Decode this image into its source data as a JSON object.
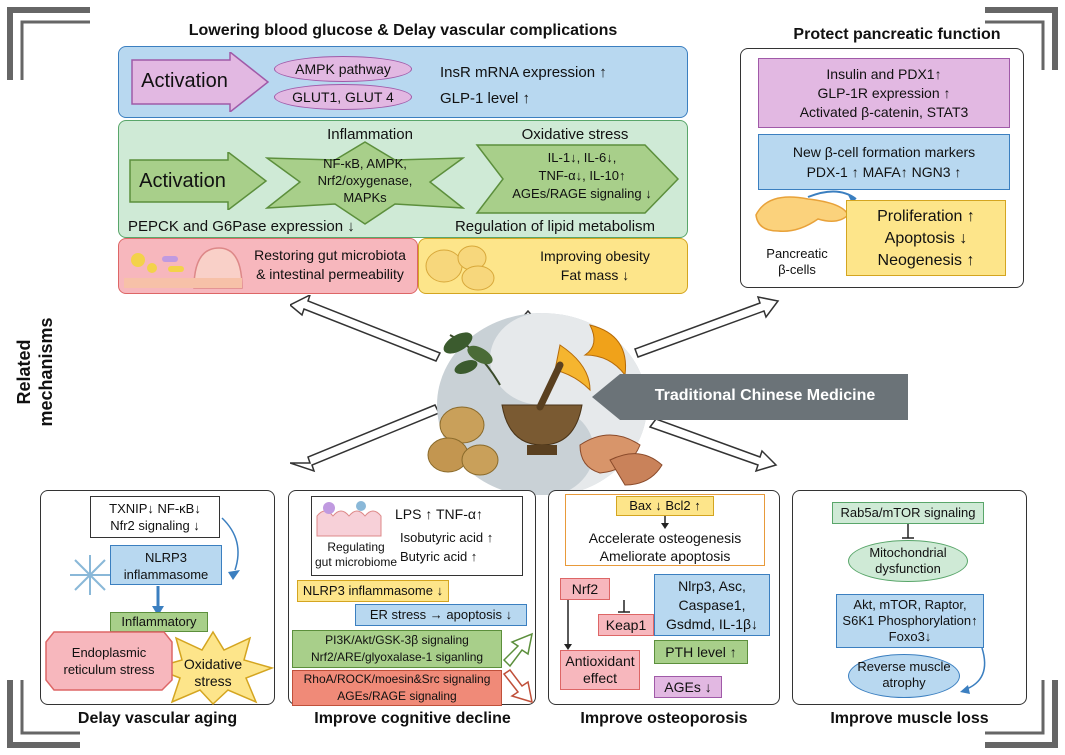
{
  "top": {
    "title": "Lowering blood glucose & Delay vascular complications",
    "row1": {
      "activation": "Activation",
      "ampk": "AMPK pathway",
      "glut": "GLUT1, GLUT 4",
      "insr": "InsR mRNA expression  ↑",
      "glp1": "GLP-1 level  ↑"
    },
    "row2": {
      "activation": "Activation",
      "inflammation": "Inflammation",
      "star_lines": [
        "NF-κB, AMPK,",
        "Nrf2/oxygenase,",
        "MAPKs"
      ],
      "oxidative": "Oxidative stress",
      "chevron_lines": [
        "IL-1↓, IL-6↓,",
        "TNF-α↓, IL-10↑",
        "AGEs/RAGE signaling ↓"
      ],
      "pepck": "PEPCK and G6Pase expression ↓",
      "lipid": "Regulation of lipid metabolism"
    },
    "gut": [
      "Restoring gut microbiota",
      "& intestinal permeability"
    ],
    "obesity": [
      "Improving obesity",
      "Fat mass ↓"
    ]
  },
  "pancreas": {
    "title": "Protect pancreatic function",
    "purple": [
      "Insulin and PDX1↑",
      "GLP-1R expression ↑",
      "Activated β-catenin, STAT3"
    ],
    "blue": [
      "New β-cell formation markers",
      "PDX-1 ↑  MAFA↑   NGN3 ↑"
    ],
    "cell_label": [
      "Pancreatic",
      "β-cells"
    ],
    "yellow": [
      "Proliferation ↑",
      "Apoptosis ↓",
      "Neogenesis ↑"
    ]
  },
  "center": {
    "side_label": [
      "Related",
      "mechanisms"
    ],
    "tcm": "Traditional Chinese Medicine"
  },
  "vascular": {
    "title": "Delay vascular aging",
    "top_box": [
      "TXNIP↓ NF-κB↓",
      "Nfr2 signaling ↓"
    ],
    "nlrp3": [
      "NLRP3",
      "inflammasome"
    ],
    "inflammatory": "Inflammatory",
    "er": [
      "Endoplasmic",
      "reticulum stress"
    ],
    "oxidative": [
      "Oxidative",
      "stress"
    ]
  },
  "cognitive": {
    "title": "Improve cognitive decline",
    "gut_label": [
      "Regulating",
      "gut microbiome"
    ],
    "lps": "LPS ↑ TNF-α↑",
    "isobutyric": "Isobutyric acid ↑",
    "butyric": "Butyric acid ↑",
    "nlrp3": "NLRP3 inflammasome ↓",
    "er": "ER stress → apoptosis ↓",
    "green": [
      "PI3K/Akt/GSK-3β signaling",
      "Nrf2/ARE/glyoxalase-1 siganling"
    ],
    "red": [
      "RhoA/ROCK/moesin&Src signaling",
      "AGEs/RAGE signaling"
    ]
  },
  "osteo": {
    "title": "Improve osteoporosis",
    "bax": "Bax ↓ Bcl2 ↑",
    "accelerate": "Accelerate osteogenesis",
    "ameliorate": "Ameliorate apoptosis",
    "nrf2": "Nrf2",
    "keap1": "Keap1",
    "antioxidant": [
      "Antioxidant",
      "effect"
    ],
    "blue": [
      "Nlrp3, Asc,",
      "Caspase1,",
      "Gsdmd, IL-1β↓"
    ],
    "pth": "PTH level ↑",
    "ages": "AGEs ↓"
  },
  "muscle": {
    "title": "Improve muscle loss",
    "rab": "Rab5a/mTOR signaling",
    "mito": [
      "Mitochondrial",
      "dysfunction"
    ],
    "akt": [
      "Akt, mTOR, Raptor,",
      "S6K1 Phosphorylation↑",
      "Foxo3↓"
    ],
    "reverse": [
      "Reverse muscle",
      "atrophy"
    ]
  },
  "colors": {
    "blue_bg": "#b8d8f0",
    "green_bg": "#cfead6",
    "purple": "#e2b8e2",
    "pink": "#f7b7bd",
    "yellow": "#fde58a",
    "green_box": "#a8cf8a",
    "red_box": "#f08a78"
  }
}
